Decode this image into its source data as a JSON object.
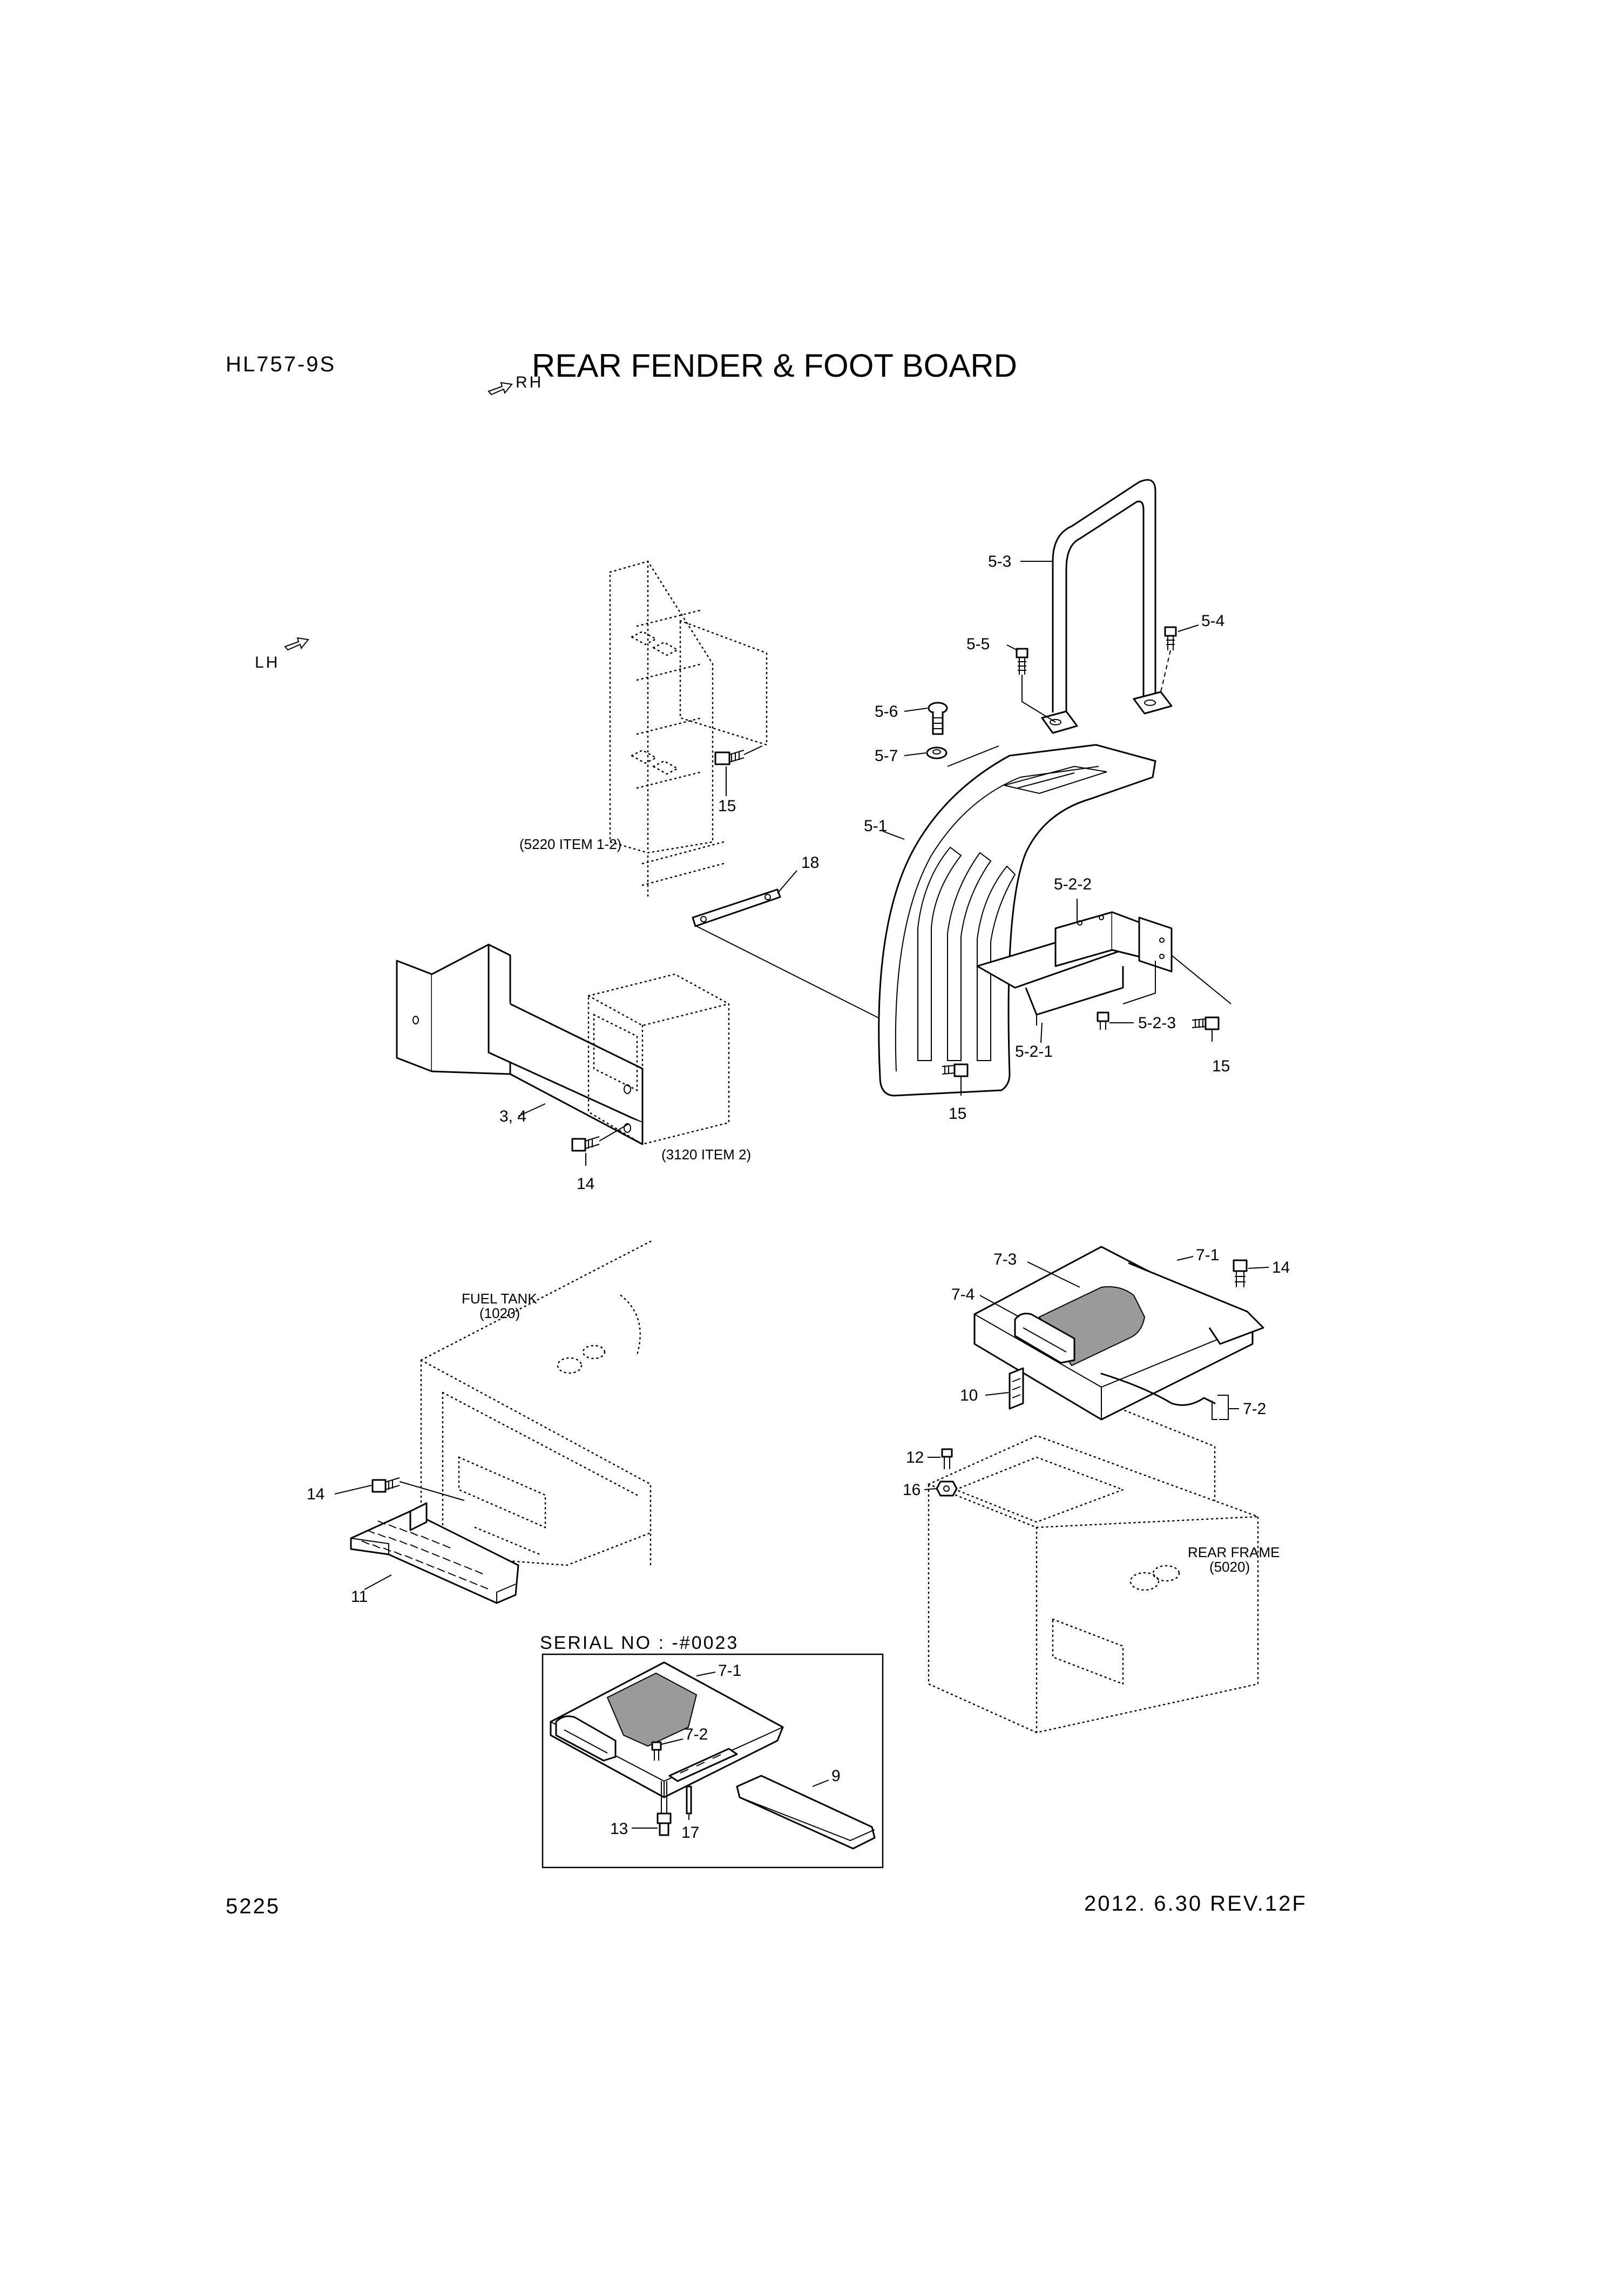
{
  "header": {
    "model": "HL757-9S",
    "title": "REAR FENDER & FOOT BOARD"
  },
  "direction": {
    "rh": "RH",
    "lh": "LH"
  },
  "callouts": {
    "c5_3": "5-3",
    "c5_4": "5-4",
    "c5_5": "5-5",
    "c5_6": "5-6",
    "c5_7": "5-7",
    "c5_1": "5-1",
    "c5_2_2": "5-2-2",
    "c5_2_3": "5-2-3",
    "c5_2_1": "5-2-1",
    "c15_a": "15",
    "c15_b": "15",
    "c15_c": "15",
    "c18": "18",
    "c3_4": "3, 4",
    "c14_a": "14",
    "c7_3": "7-3",
    "c7_1": "7-1",
    "c14_b": "14",
    "c7_4": "7-4",
    "c10": "10",
    "c7_2": "7-2",
    "c12": "12",
    "c16": "16",
    "c14_c": "14",
    "c11": "11",
    "c7_1b": "7-1",
    "c7_2b": "7-2",
    "c9": "9",
    "c17": "17",
    "c13": "13"
  },
  "references": {
    "ref_5220": "(5220 ITEM 1-2)",
    "ref_3120": "(3120 ITEM 2)",
    "fuel_tank": "FUEL TANK",
    "fuel_tank_code": "(1020)",
    "rear_frame": "REAR FRAME",
    "rear_frame_code": "(5020)"
  },
  "inset": {
    "serial": "SERIAL NO : -#0023"
  },
  "footer": {
    "page": "5225",
    "revision": "2012. 6.30  REV.12F"
  }
}
